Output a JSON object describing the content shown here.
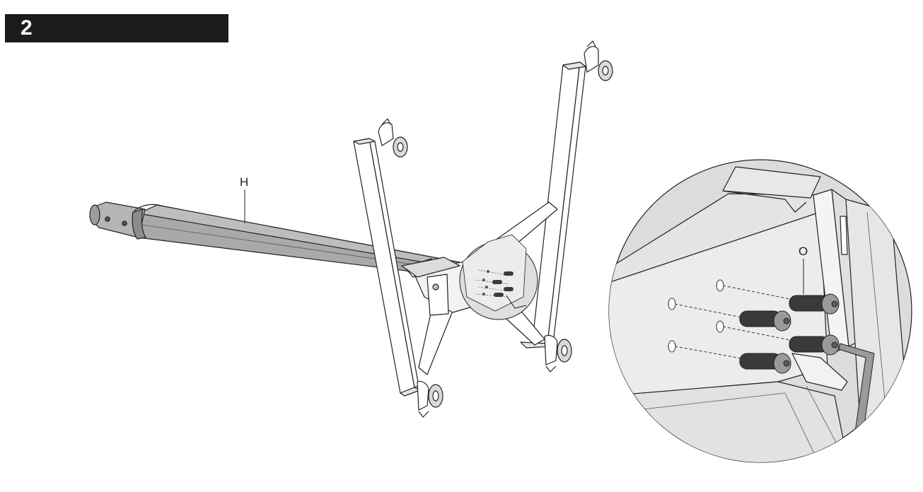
{
  "step": {
    "number": "2"
  },
  "callouts": {
    "tube_label": "H",
    "bolt_label": "O"
  },
  "colors": {
    "banner": "#1c1c1c",
    "tube_fill": "#a7a7a7",
    "line": "#222222",
    "detail_circle": "#dcdcdc",
    "frame_fill": "#ffffff",
    "bolt_fill": "#3a3a3a"
  }
}
